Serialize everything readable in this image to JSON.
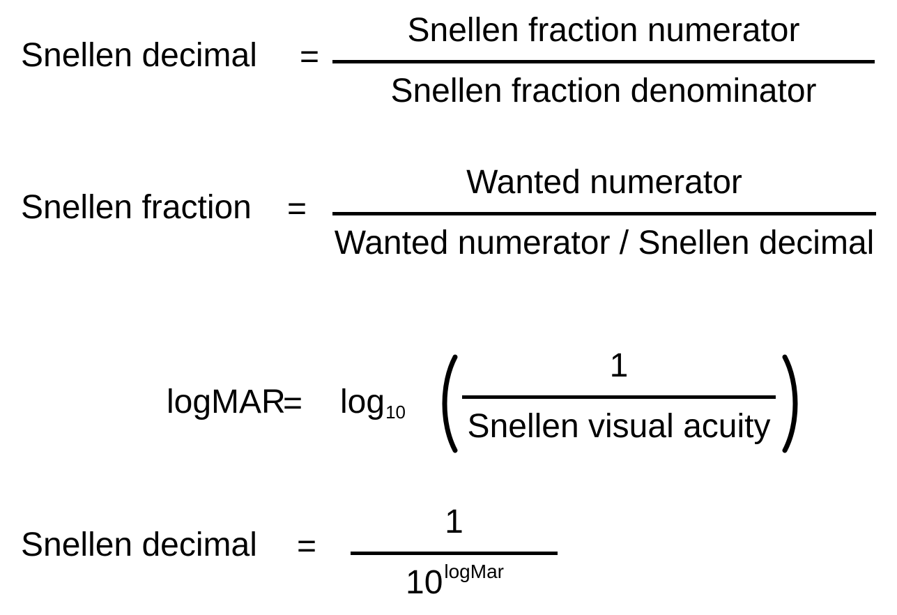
{
  "page": {
    "background_color": "#ffffff",
    "text_color": "#000000",
    "description_labels": {
      "equals": "="
    }
  },
  "formulas": [
    {
      "id": "snellen-decimal-from-snellen-fraction",
      "lhs": "Snellen decimal",
      "equals": "=",
      "numerator": "Snellen fraction numerator",
      "denominator": "Snellen fraction denominator"
    },
    {
      "id": "snellen-fraction-from-snellen-decimal",
      "lhs": "Snellen fraction",
      "equals": "=",
      "numerator": "Wanted numerator",
      "denominator": "Wanted numerator / Snellen decimal"
    },
    {
      "id": "logmar-from-snellen-visual-acuity",
      "lhs": "logMAR",
      "equals": "=",
      "function_name": "log",
      "function_subscript": "10",
      "open_paren": "(",
      "numerator": "1",
      "denominator": "Snellen visual acuity",
      "close_paren": ")"
    },
    {
      "id": "snellen-decimal-from-logmar",
      "lhs": "Snellen decimal",
      "equals": "=",
      "numerator": "1",
      "denominator_base": "10",
      "denominator_exponent": "logMar"
    }
  ]
}
